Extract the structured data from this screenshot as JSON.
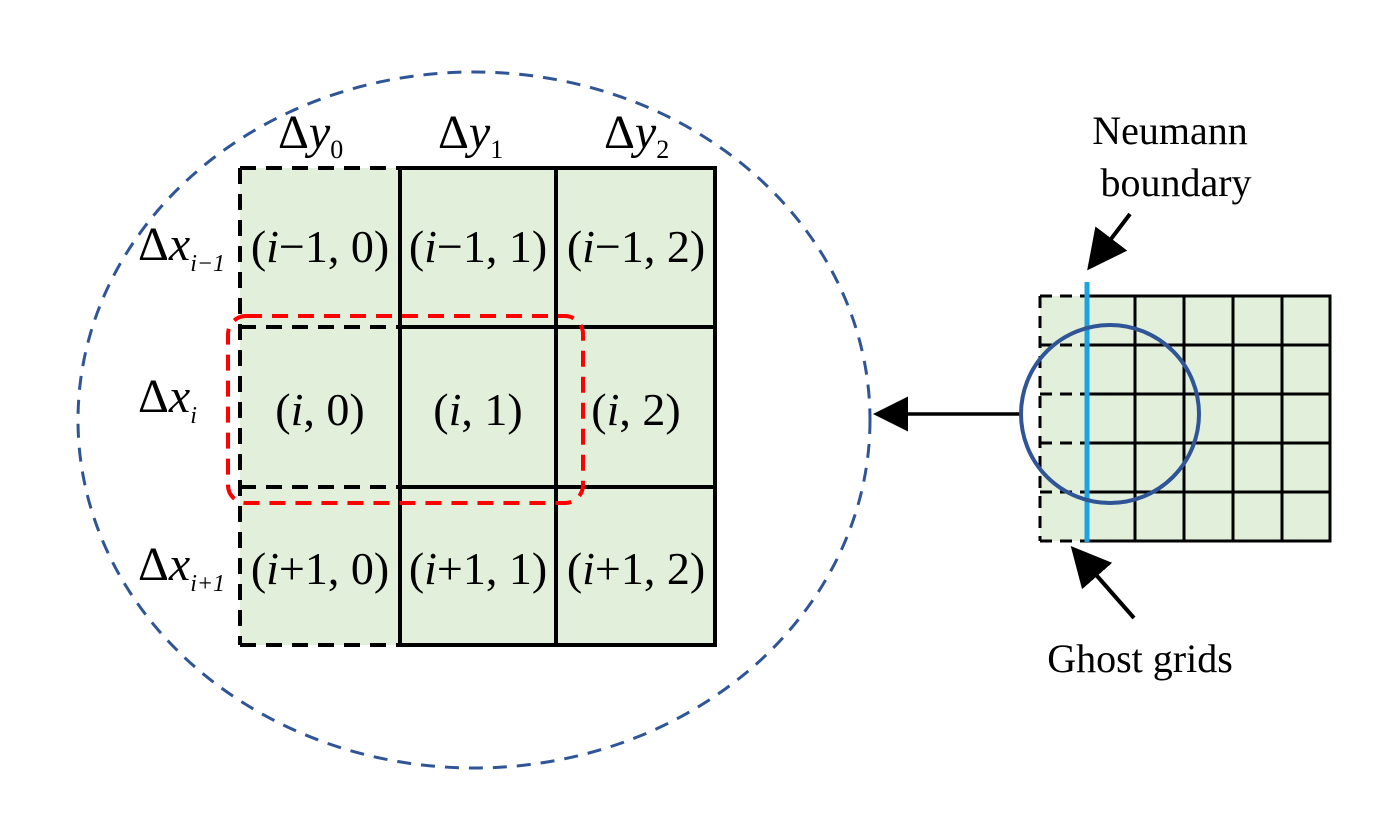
{
  "zoom_view": {
    "column_headers": [
      {
        "delta": "Δ",
        "var": "y",
        "sub": "0"
      },
      {
        "delta": "Δ",
        "var": "y",
        "sub": "1"
      },
      {
        "delta": "Δ",
        "var": "y",
        "sub": "2"
      }
    ],
    "row_headers": [
      {
        "delta": "Δ",
        "var": "x",
        "sub": "i−1"
      },
      {
        "delta": "Δ",
        "var": "x",
        "sub": "i"
      },
      {
        "delta": "Δ",
        "var": "x",
        "sub": "i+1"
      }
    ],
    "cells": [
      [
        {
          "pre": "(",
          "i": "i",
          "post": "−1,  0)"
        },
        {
          "pre": "(",
          "i": "i",
          "post": "−1,  1)"
        },
        {
          "pre": "(",
          "i": "i",
          "post": "−1,  2)"
        }
      ],
      [
        {
          "pre": "(",
          "i": "i",
          "post": ",  0)"
        },
        {
          "pre": "(",
          "i": "i",
          "post": ",  1)"
        },
        {
          "pre": "(",
          "i": "i",
          "post": ",  2)"
        }
      ],
      [
        {
          "pre": "(",
          "i": "i",
          "post": "+1,  0)"
        },
        {
          "pre": "(",
          "i": "i",
          "post": "+1,  1)"
        },
        {
          "pre": "(",
          "i": "i",
          "post": "+1,  2)"
        }
      ]
    ]
  },
  "overview": {
    "neumann_label_line1": "Neumann",
    "neumann_label_line2": "boundary",
    "ghost_label": "Ghost grids"
  },
  "colors": {
    "cell_fill": "#e2efda",
    "outline": "#000000",
    "highlight": "#ff0000",
    "zoom_circle": "#2f5597",
    "boundary_line": "#1ca3e0"
  }
}
